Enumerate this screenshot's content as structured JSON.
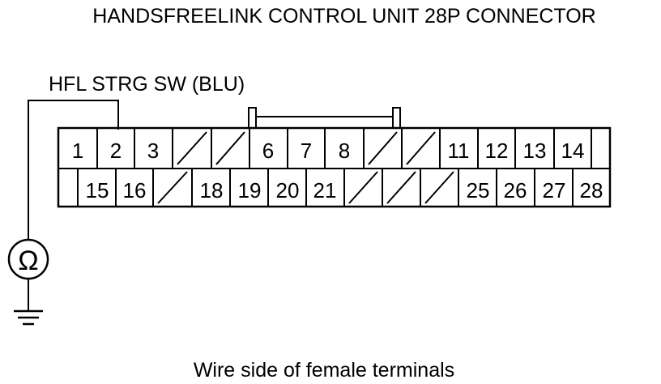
{
  "title": "HANDSFREELINK CONTROL UNIT 28P CONNECTOR",
  "wire_label": "HFL STRG SW (BLU)",
  "footer": "Wire side of female terminals",
  "meter_symbol": "Ω",
  "icons": {
    "meter": "ohmmeter-icon",
    "ground": "ground-icon"
  },
  "connector": {
    "top_row": [
      "1",
      "2",
      "3",
      "",
      "",
      "6",
      "7",
      "8",
      "",
      "",
      "11",
      "12",
      "13",
      "14",
      ""
    ],
    "bottom_row": [
      "",
      "15",
      "16",
      "",
      "18",
      "19",
      "20",
      "21",
      "",
      "",
      "",
      "25",
      "26",
      "27",
      "28"
    ]
  },
  "probe_pin": "2"
}
